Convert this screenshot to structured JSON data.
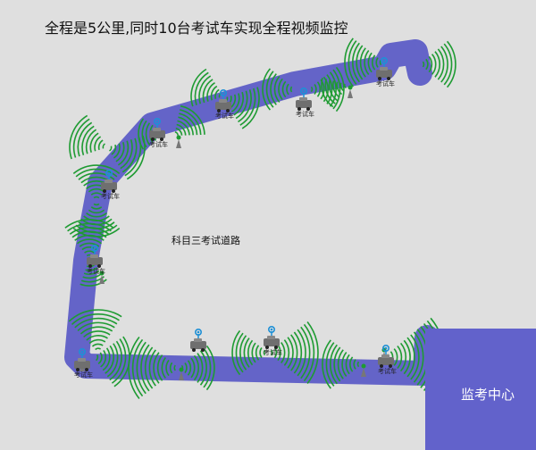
{
  "header": {
    "title": "全程是5公里,同时10台考试车实现全程视频监控"
  },
  "route": {
    "label": "科目三考试道路"
  },
  "monitoring_center": {
    "label": "监考中心"
  },
  "colors": {
    "road": "#6464c8",
    "signal": "#1e9b32",
    "car_body": "#6f6f6f",
    "antenna": "#1e90d6",
    "center_box": "#6262cb",
    "background": "#dfdfdf"
  },
  "car": {
    "label": "考试车"
  },
  "icons": {
    "car": "exam-car-icon",
    "antenna": "wireless-antenna-icon",
    "signal": "signal-wave-icon",
    "base_station": "base-station-icon"
  }
}
